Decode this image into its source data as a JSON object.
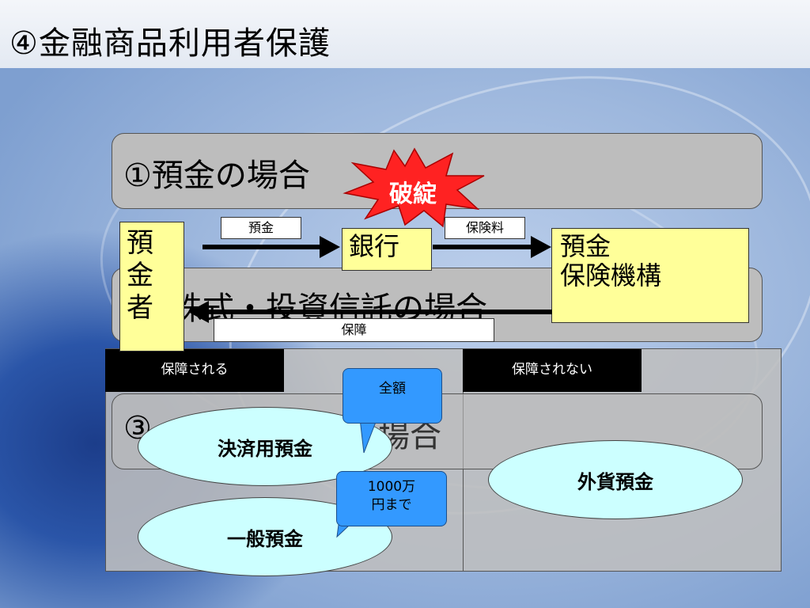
{
  "title": "④金融商品利用者保護",
  "panels": [
    {
      "title": "①預金の場合"
    },
    {
      "title": "株式・投資信託の場合"
    },
    {
      "title": "③"
    }
  ],
  "burst": {
    "label": "破綻",
    "color": "#ff2222"
  },
  "depositor": {
    "label": "預\n金\n者"
  },
  "bank": {
    "label": "銀行"
  },
  "dic": {
    "line1": "預金",
    "line2": "保険機構"
  },
  "labels": {
    "deposit": "預金",
    "premium": "保険料",
    "guarantee": "保障"
  },
  "headers": {
    "protected": "保障される",
    "not_protected": "保障されない"
  },
  "products": {
    "settlement": "決済用預金",
    "general": "一般預金",
    "foreign": "外貨預金",
    "faded_suffix": "場合"
  },
  "callouts": {
    "full": "全額",
    "limit_line1": "1000万",
    "limit_line2": "円まで"
  },
  "colors": {
    "box_fill": "#ffff99",
    "ellipse_fill": "#ccffff",
    "callout_fill": "#3399ff",
    "panel_fill": "#bdbdbd"
  }
}
